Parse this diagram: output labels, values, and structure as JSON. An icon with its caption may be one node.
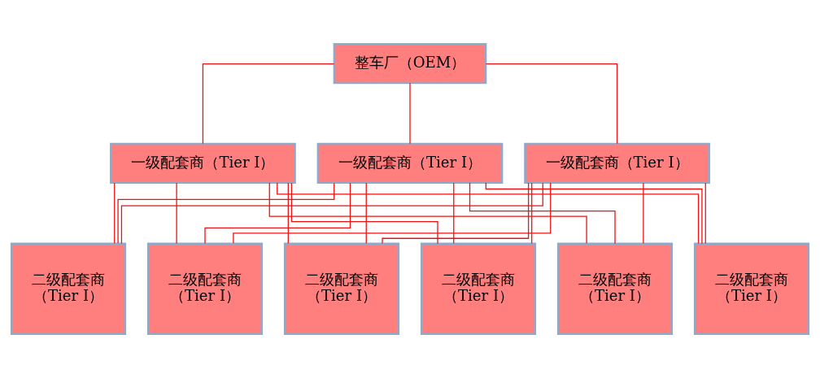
{
  "diagram": {
    "nodes": [
      {
        "text": [
          "整车厂（OEM）"
        ]
      },
      {
        "text": [
          "一级配套商（Tier Ⅰ）"
        ]
      },
      {
        "text": [
          "一级配套商（Tier Ⅰ）"
        ]
      },
      {
        "text": [
          "一级配套商（Tier Ⅰ）"
        ]
      },
      {
        "text": [
          "二级配套商",
          "（Tier Ⅰ）"
        ]
      },
      {
        "text": [
          "二级配套商",
          "（Tier Ⅰ）"
        ]
      },
      {
        "text": [
          "二级配套商",
          "（Tier Ⅰ）"
        ]
      },
      {
        "text": [
          "二级配套商",
          "（Tier Ⅰ）"
        ]
      },
      {
        "text": [
          "二级配套商",
          "（Tier Ⅰ）"
        ]
      },
      {
        "text": [
          "二级配套商",
          "（Tier Ⅰ）"
        ]
      }
    ],
    "edges": [
      {
        "from": 0,
        "to": 1,
        "arrow": "none"
      },
      {
        "from": 0,
        "to": 2,
        "arrow": "none"
      },
      {
        "from": 0,
        "to": 3,
        "arrow": "none"
      },
      {
        "from": 1,
        "to": 4,
        "arrow": "none"
      },
      {
        "from": 1,
        "to": 5,
        "arrow": "none"
      },
      {
        "from": 1,
        "to": 6,
        "arrow": "none"
      },
      {
        "from": 1,
        "to": 7,
        "arrow": "none"
      },
      {
        "from": 1,
        "to": 8,
        "arrow": "none"
      },
      {
        "from": 1,
        "to": 9,
        "arrow": "none"
      },
      {
        "from": 2,
        "to": 4,
        "arrow": "none"
      },
      {
        "from": 2,
        "to": 5,
        "arrow": "none"
      },
      {
        "from": 2,
        "to": 6,
        "arrow": "none"
      },
      {
        "from": 2,
        "to": 7,
        "arrow": "none"
      },
      {
        "from": 2,
        "to": 8,
        "arrow": "none"
      },
      {
        "from": 2,
        "to": 9,
        "arrow": "none"
      },
      {
        "from": 3,
        "to": 4,
        "arrow": "none"
      },
      {
        "from": 3,
        "to": 5,
        "arrow": "none"
      },
      {
        "from": 3,
        "to": 6,
        "arrow": "none"
      },
      {
        "from": 3,
        "to": 7,
        "arrow": "none"
      },
      {
        "from": 3,
        "to": 8,
        "arrow": "none"
      },
      {
        "from": 3,
        "to": 9,
        "arrow": "none"
      }
    ]
  }
}
